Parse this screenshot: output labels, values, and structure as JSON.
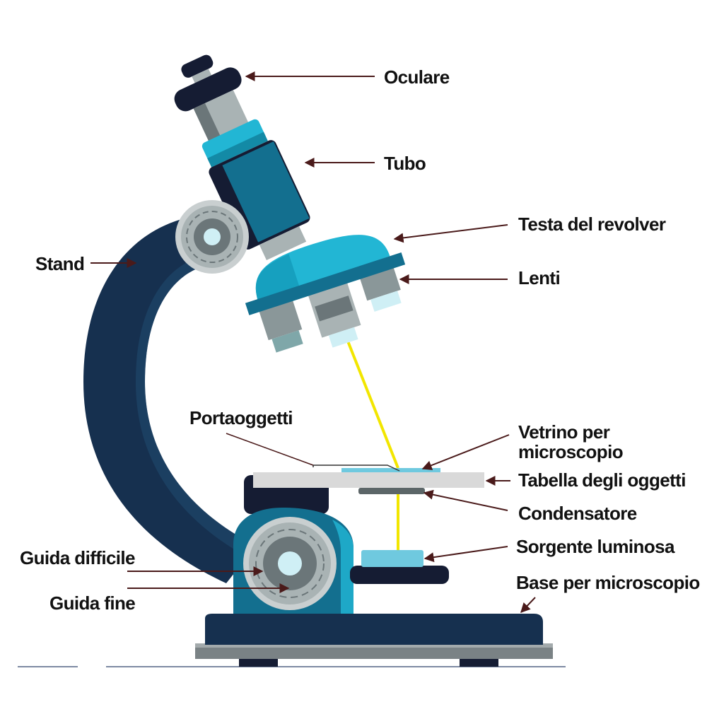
{
  "colors": {
    "navy": "#16304f",
    "dark": "#151c33",
    "teal": "#136f8f",
    "cyan": "#22b6d4",
    "cyan_light": "#6fc9df",
    "gray": "#a9b3b4",
    "gray_dark": "#6b7679",
    "light_ray": "#f2e600",
    "stage": "#d9d9d9",
    "arrow": "#4a1a1a"
  },
  "labels": {
    "oculare": "Oculare",
    "tubo": "Tubo",
    "testa_revolver": "Testa del revolver",
    "lenti": "Lenti",
    "stand": "Stand",
    "portaoggetti": "Portaoggetti",
    "vetrino_line1": "Vetrino per",
    "vetrino_line2": "microscopio",
    "tabella": "Tabella degli oggetti",
    "condensatore": "Condensatore",
    "sorgente": "Sorgente luminosa",
    "base": "Base per microscopio",
    "guida_difficile": "Guida difficile",
    "guida_fine": "Guida fine"
  }
}
